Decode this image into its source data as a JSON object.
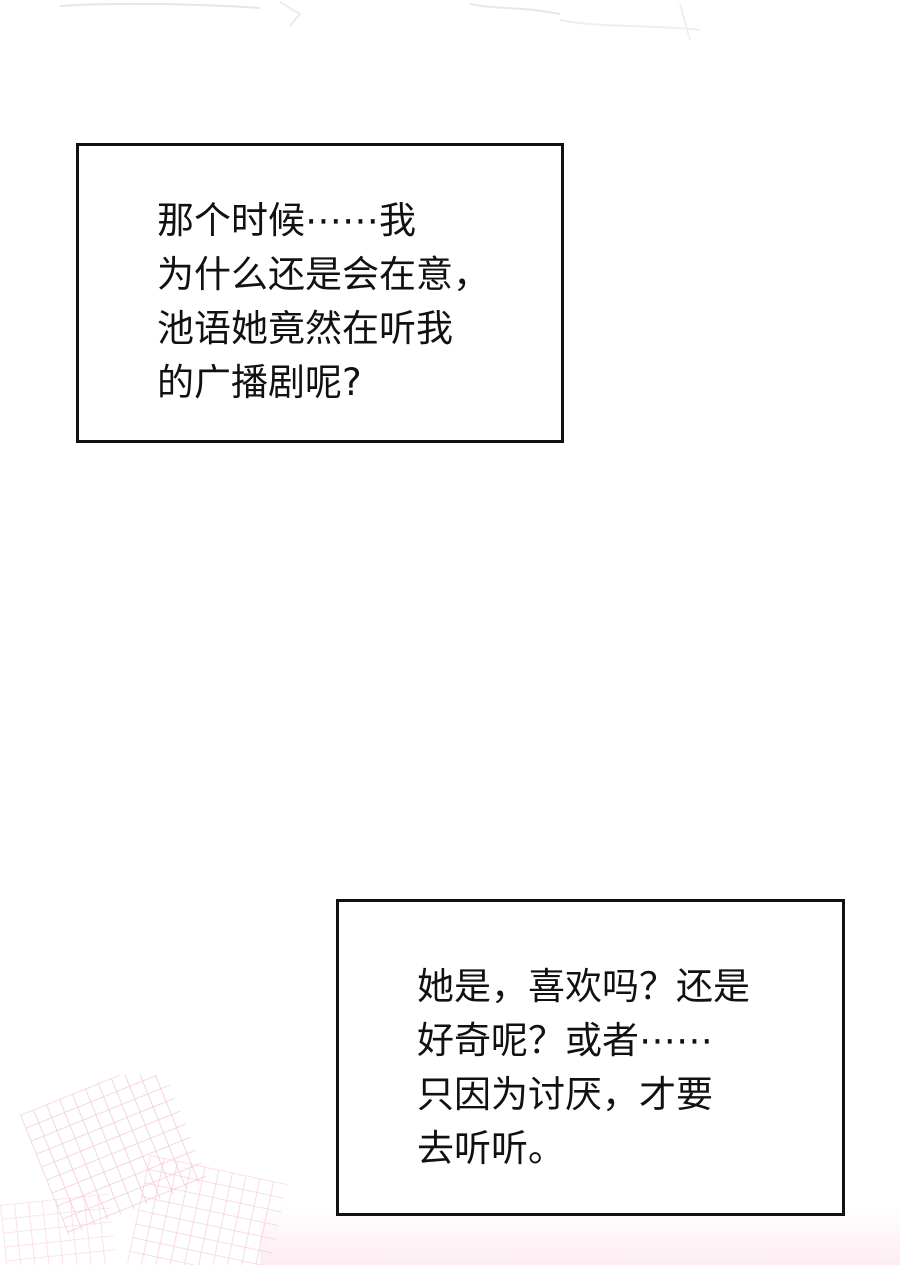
{
  "panel": {
    "background": "#ffffff",
    "accent_grid_color": "#f2c4cf",
    "border_color": "#111111"
  },
  "captions": [
    {
      "lines": [
        "那个时候⋯⋯我",
        "为什么还是会在意，",
        "池语她竟然在听我",
        "的广播剧呢?"
      ]
    },
    {
      "lines": [
        "她是，喜欢吗？还是",
        "好奇呢？或者⋯⋯",
        "只因为讨厌，才要",
        "去听听。"
      ]
    }
  ]
}
